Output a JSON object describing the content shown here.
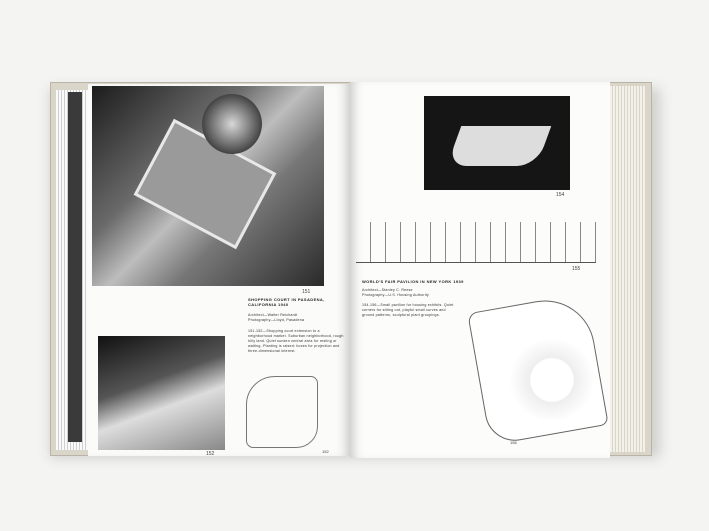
{
  "left_page": {
    "photo_top_number": "151",
    "caption_title": "SHOPPING COURT IN PASADENA, CALIFORNIA",
    "caption_year": "1940",
    "credits": [
      "Architect—Walter Reichardt",
      "Photography—Lloyd, Pasadena"
    ],
    "caption_body": "151-152—Shopping court extension to a neighborhood market. Suburban neighborhood, rough hilly land. Quiet sunken central area for resting or waiting. Planting is raised: boxes for projection and three-dimensional interest.",
    "photo_bottom_number": "152",
    "page_number": "152"
  },
  "right_page": {
    "photo_top_number": "154",
    "elevation_number": "155",
    "caption_title": "WORLD'S FAIR PAVILION IN NEW YORK",
    "caption_year": "1939",
    "credits": [
      "Architect—Stanley C. Reese",
      "Photography—U.S. Housing Authority"
    ],
    "caption_body": "154-156—Small pavilion for housing exhibits. Quiet corners for sitting out, playful small curves and ground patterns, sculptural plant groupings.",
    "plan_number": "156"
  }
}
